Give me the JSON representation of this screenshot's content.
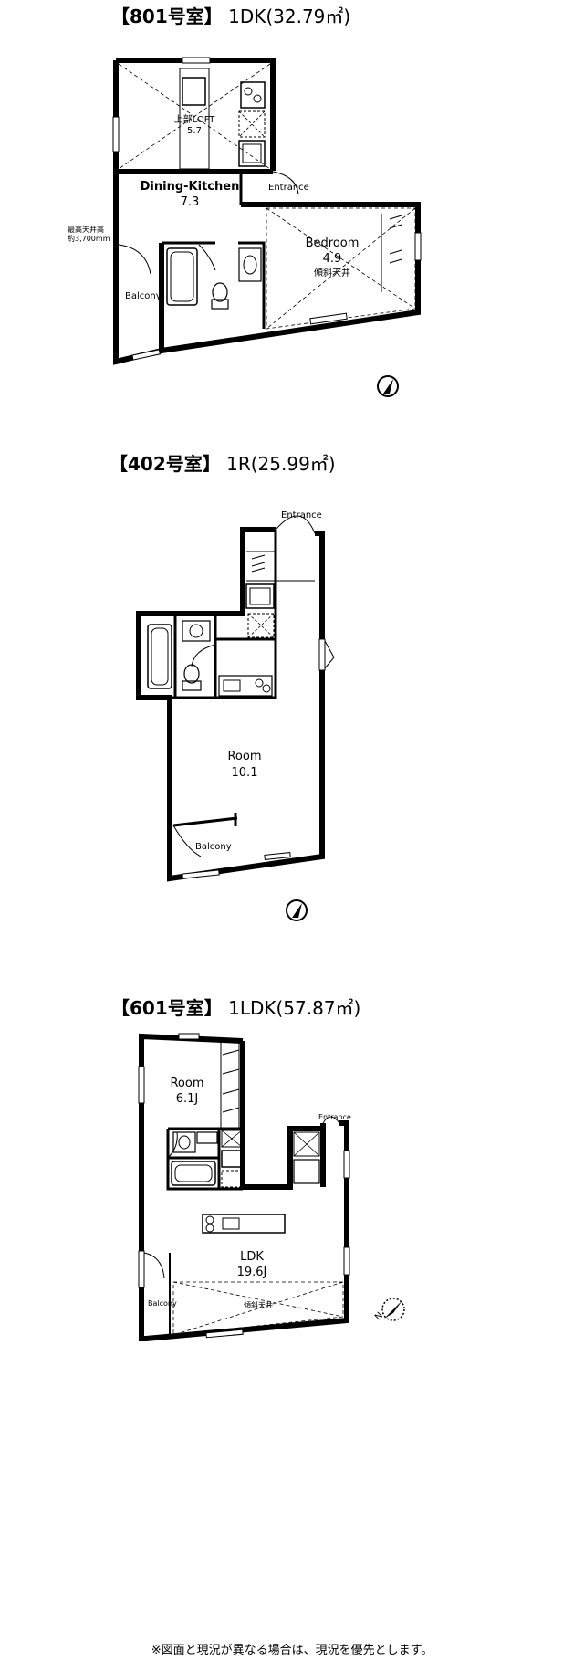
{
  "plans": [
    {
      "title_bracket": "【801号室】",
      "title_type": "1DK(32.79㎡)",
      "rooms": {
        "loft_name": "上部LOFT",
        "loft_size": "5.7",
        "dk_name": "Dining-Kitchen",
        "dk_size": "7.3",
        "bed_name": "Bedroom",
        "bed_size": "4.9",
        "bed_note": "傾斜天井",
        "entrance": "Entrance",
        "balcony": "Balcony",
        "ceiling_note_1": "最高天井高",
        "ceiling_note_2": "約3,700mm"
      }
    },
    {
      "title_bracket": "【402号室】",
      "title_type": "1R(25.99㎡)",
      "rooms": {
        "room_name": "Room",
        "room_size": "10.1",
        "entrance": "Entrance",
        "balcony": "Balcony"
      }
    },
    {
      "title_bracket": "【601号室】",
      "title_type": "1LDK(57.87㎡)",
      "rooms": {
        "room_name": "Room",
        "room_size": "6.1J",
        "ldk_name": "LDK",
        "ldk_size": "19.6J",
        "ldk_note": "傾斜天井",
        "entrance": "Entrance",
        "balcony": "Balcony"
      }
    }
  ],
  "compass_label": "N",
  "footer_note": "※図面と現況が異なる場合は、現況を優先とします。",
  "colors": {
    "wall": "#000000",
    "line": "#000000",
    "background": "#ffffff"
  }
}
